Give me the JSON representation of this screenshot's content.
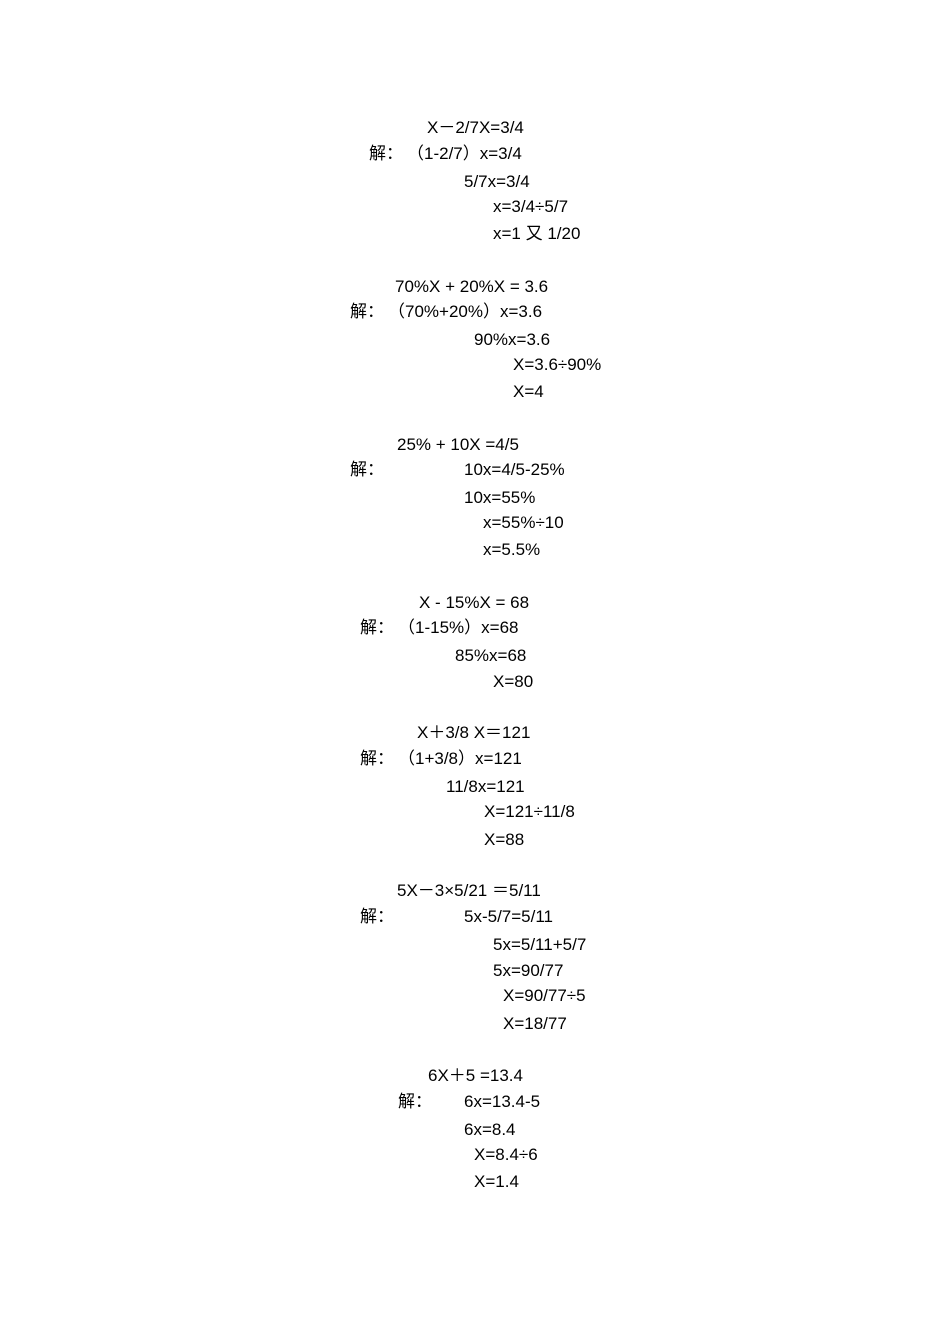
{
  "problems": [
    {
      "equation": "X－2/7X=3/4",
      "jie": "解：",
      "step1": "（1-2/7）x=3/4",
      "steps": [
        "5/7x=3/4",
        "x=3/4÷5/7",
        "x=1 又 1/20"
      ]
    },
    {
      "equation": "70%X + 20%X = 3.6",
      "jie": "解：",
      "step1": "（70%+20%）x=3.6",
      "steps": [
        "90%x=3.6",
        "X=3.6÷90%",
        "X=4"
      ]
    },
    {
      "equation": "25% + 10X =4/5",
      "jie": "解：",
      "step1": "10x=4/5-25%",
      "steps": [
        "10x=55%",
        "x=55%÷10",
        "x=5.5%"
      ]
    },
    {
      "equation": "X - 15%X = 68",
      "jie": "解：",
      "step1": "（1-15%）x=68",
      "steps": [
        "85%x=68",
        "X=80"
      ]
    },
    {
      "equation": "X＋3/8 X＝121",
      "jie": "解：",
      "step1": "（1+3/8）x=121",
      "steps": [
        "11/8x=121",
        "X=121÷11/8",
        "X=88"
      ]
    },
    {
      "equation": "5X－3×5/21 ＝5/11",
      "jie": "解：",
      "step1": "5x-5/7=5/11",
      "steps": [
        "5x=5/11+5/7",
        "5x=90/77",
        "X=90/77÷5",
        "X=18/77"
      ]
    },
    {
      "equation": "6X＋5 =13.4",
      "jie": "解：",
      "step1": "6x=13.4-5",
      "steps": [
        "6x=8.4",
        "X=8.4÷6",
        "X=1.4"
      ]
    }
  ]
}
